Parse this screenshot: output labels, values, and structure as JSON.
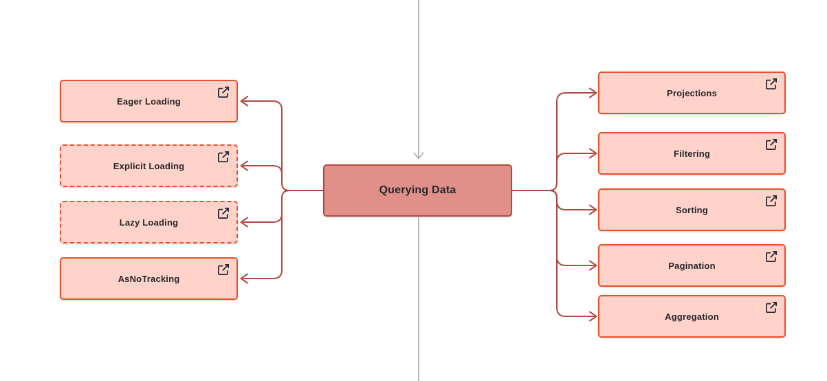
{
  "diagram": {
    "central": {
      "label": "Querying Data"
    },
    "left_nodes": [
      {
        "label": "Eager Loading",
        "border": "solid"
      },
      {
        "label": "Explicit Loading",
        "border": "dashed"
      },
      {
        "label": "Lazy Loading",
        "border": "dashed"
      },
      {
        "label": "AsNoTracking",
        "border": "solid"
      }
    ],
    "right_nodes": [
      {
        "label": "Projections",
        "border": "solid"
      },
      {
        "label": "Filtering",
        "border": "solid"
      },
      {
        "label": "Sorting",
        "border": "solid"
      },
      {
        "label": "Pagination",
        "border": "solid"
      },
      {
        "label": "Aggregation",
        "border": "solid"
      }
    ],
    "icons": {
      "node_action": "external-link-icon",
      "flow_marker": "arrow-down-icon"
    },
    "colors": {
      "node_fill": "#ffd2ca",
      "node_border": "#e8502d",
      "central_fill": "#e09088",
      "central_border": "#b34a41",
      "connector": "#ae4a42",
      "flow_line": "#b6b6b6",
      "text": "#25262b"
    }
  }
}
